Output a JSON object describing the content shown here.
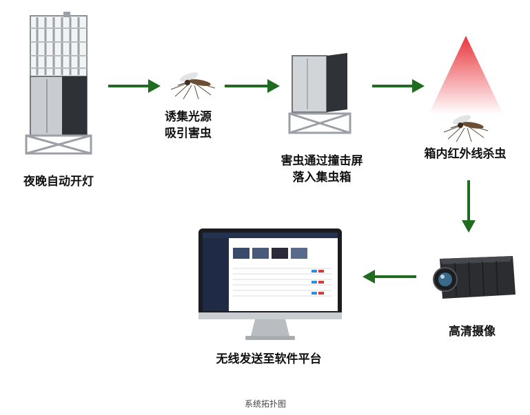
{
  "steps": {
    "night_light": "夜晚自动开灯",
    "attract_line1": "诱集光源",
    "attract_line2": "吸引害虫",
    "hit_line1": "害虫通过撞击屏",
    "hit_line2": "落入集虫箱",
    "kill": "箱内红外线杀虫",
    "camera": "高清摄像",
    "send": "无线发送至软件平台"
  },
  "caption": "系统拓扑图",
  "colors": {
    "arrow": "#1f6b1f",
    "infrared": "#e8343a"
  },
  "icons": [
    "light-trap-device",
    "mosquito-icon",
    "collector-box-device",
    "infrared-triangle",
    "camera-device",
    "monitor-device"
  ]
}
